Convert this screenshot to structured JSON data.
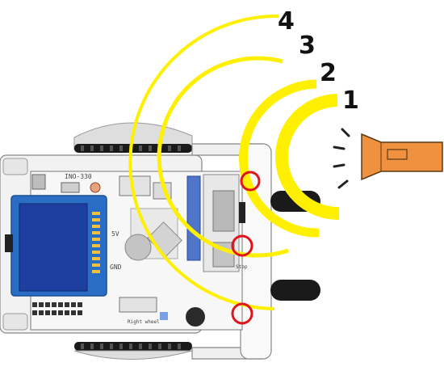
{
  "figure": {
    "stage_numbers": [
      "1",
      "2",
      "3",
      "4"
    ],
    "board_labels": {
      "model": "INO-330",
      "pin_label": "5V",
      "gnd_label": "GND",
      "stop_label": "Stop",
      "wheel_label": "Right wheel"
    },
    "colors": {
      "light_arc": "#ffef00",
      "flashlight": "#f0913f",
      "flashlight_outline": "#5a3a14",
      "sensor_circle": "#e0151c",
      "lcd_frame": "#2a6dc4",
      "lcd_screen": "#1e3fa0",
      "wheel": "#1a1a1a",
      "board": "#f7f7f7"
    },
    "icons": [
      "flashlight-icon",
      "light-sensor-marker-icon"
    ]
  }
}
